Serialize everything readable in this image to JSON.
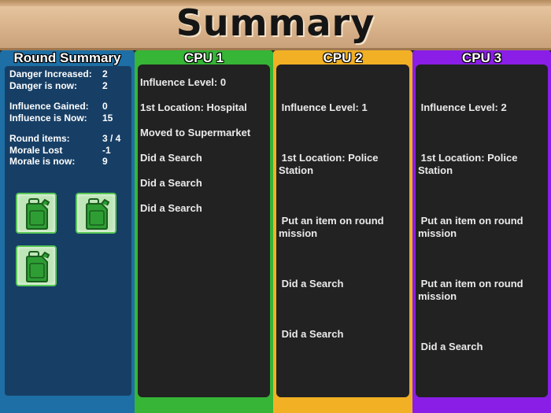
{
  "header": {
    "title": "Summary"
  },
  "round_summary": {
    "title": "Round Summary",
    "stats": [
      {
        "label": "Danger Increased:",
        "value": "2"
      },
      {
        "label": "Danger is now:",
        "value": "2"
      },
      {
        "label": "Influence Gained:",
        "value": "0"
      },
      {
        "label": "Influence is Now:",
        "value": "15"
      },
      {
        "label": "Round items:",
        "value": "3 / 4"
      },
      {
        "label": "Morale Lost",
        "value": "-1"
      },
      {
        "label": "Morale is now:",
        "value": "9"
      }
    ],
    "items": [
      "gas-can-icon",
      "gas-can-icon",
      "gas-can-icon"
    ]
  },
  "cpus": [
    {
      "title": "CPU 1",
      "color": "#36b536",
      "lines": [
        "Influence Level: 0",
        "1st Location: Hospital",
        "Moved to Supermarket",
        "Did a Search",
        "Did a Search",
        "Did a Search"
      ]
    },
    {
      "title": "CPU 2",
      "color": "#f2b124",
      "lines": [
        " Influence Level: 1",
        " 1st Location: Police Station",
        " Put an item on round mission",
        " Did a Search",
        " Did a Search"
      ]
    },
    {
      "title": "CPU 3",
      "color": "#8a1ee6",
      "lines": [
        " Influence Level: 2",
        " 1st Location: Police Station",
        " Put an item on round mission",
        " Put an item on round mission",
        " Did a Search"
      ]
    }
  ]
}
